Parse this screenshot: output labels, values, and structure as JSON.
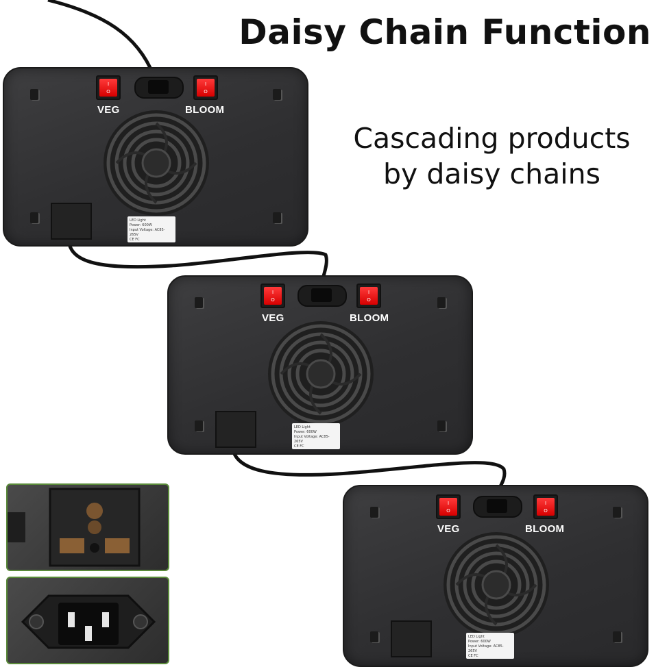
{
  "headline": "Daisy Chain Function",
  "subline": [
    "Cascading products",
    "by daisy chains"
  ],
  "switch_labels": {
    "veg": "VEG",
    "bloom": "BLOOM"
  },
  "switch_marks": {
    "on": "I",
    "off": "O"
  },
  "device_label": {
    "title": "LED Light",
    "power": "Power: 600W",
    "voltage": "Input Voltage: AC85-265V",
    "marks": "CE  FC"
  },
  "colors": {
    "switch_red": "#e50000",
    "inset_border": "#5a8a3a",
    "panel": "#333335"
  },
  "icons": [
    "rocker-switch-icon",
    "power-inlet-icon",
    "fan-grille-icon",
    "universal-socket-icon",
    "power-cord-icon"
  ]
}
